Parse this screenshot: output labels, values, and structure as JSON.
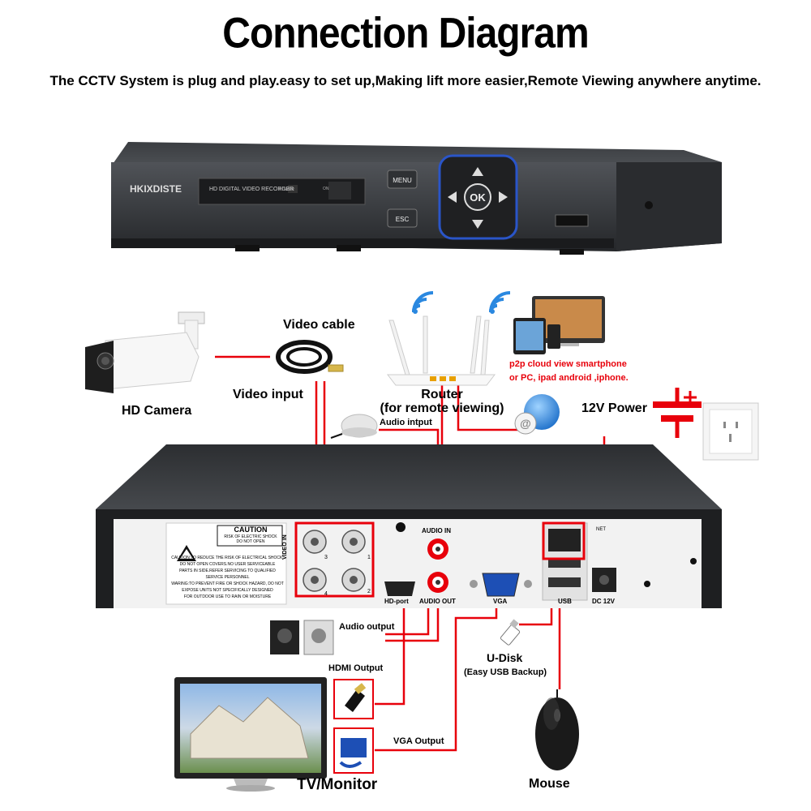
{
  "title": "Connection Diagram",
  "subtitle": "The CCTV System is plug and play.easy to set up,Making lift more easier,Remote Viewing anywhere anytime.",
  "dvr_front": {
    "brand": "HKIXDISTE",
    "panel_label": "HD DIGITAL VIDEO RECORDER",
    "power_label": "POWER",
    "on_label": "ON",
    "menu_label": "MENU",
    "esc_label": "ESC",
    "ok_label": "OK"
  },
  "labels": {
    "hd_camera": "HD Camera",
    "video_cable": "Video cable",
    "video_input": "Video input",
    "router": "Router",
    "router_sub": "(for remote viewing)",
    "p2p_line1": "p2p cloud  view smartphone",
    "p2p_line2": "or PC, ipad android ,iphone.",
    "power": "12V Power",
    "audio_input": "Audio intput",
    "audio_output": "Audio output",
    "hdmi_output": "HDMI Output",
    "vga_output": "VGA Output",
    "udisk": "U-Disk",
    "udisk_sub": "(Easy USB Backup)",
    "tv_monitor": "TV/Monitor",
    "mouse": "Mouse"
  },
  "dvr_rear": {
    "caution_title": "CAUTION",
    "caution_sub1": "RISK OF ELECTRIC SHOCK",
    "caution_sub2": "DO NOT OPEN",
    "warning_lines": [
      "CAUTION:TO REDUCE THE RISK OF ELECTRICAL SHOCK.",
      "DO NOT OPEN COVERS.NO USER SERVICEABLE",
      "PARTS IN SIDE.REFER SERVICING TO QUALIFIED",
      "SERVICE PERSONNEL",
      "WARING:TO PREVENT FIRE OR SHOCK HAZARD, DO NOT",
      "EXPOSE UNITS NOT SPECIFICALLY DESIGNED",
      "FOR OUTDOOR USE TO RAIN OR MOISTURE"
    ],
    "video_in": "VIDEO IN",
    "bnc_numbers": [
      "3",
      "1",
      "4",
      "2"
    ],
    "audio_in": "AUDIO IN",
    "audio_out": "AUDIO OUT",
    "hd_port": "HD-port",
    "vga": "VGA",
    "usb": "USB",
    "net": "NET",
    "dc": "DC 12V"
  },
  "colors": {
    "wire": "#e8000b",
    "accent_blue": "#2a6fd8",
    "dvr_body": "#2b2d30",
    "rear_panel": "#f2f2f2"
  }
}
